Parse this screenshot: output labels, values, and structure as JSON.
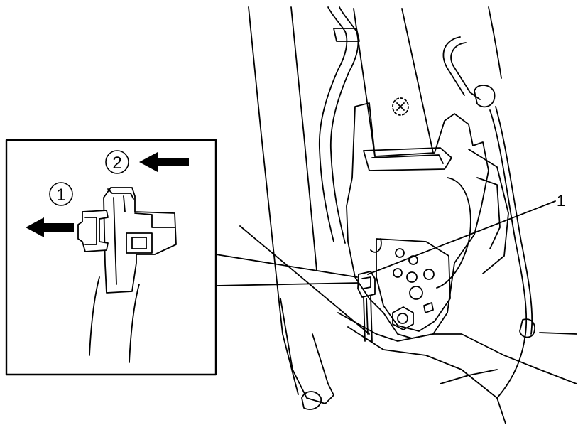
{
  "figure": {
    "callouts": {
      "part_number": "1",
      "step_1": "1",
      "step_2": "2"
    },
    "colors": {
      "line": "#000000",
      "background": "#ffffff"
    },
    "icons": {
      "arrow_step_1": "arrow-left-icon",
      "arrow_step_2": "arrow-left-icon"
    }
  }
}
